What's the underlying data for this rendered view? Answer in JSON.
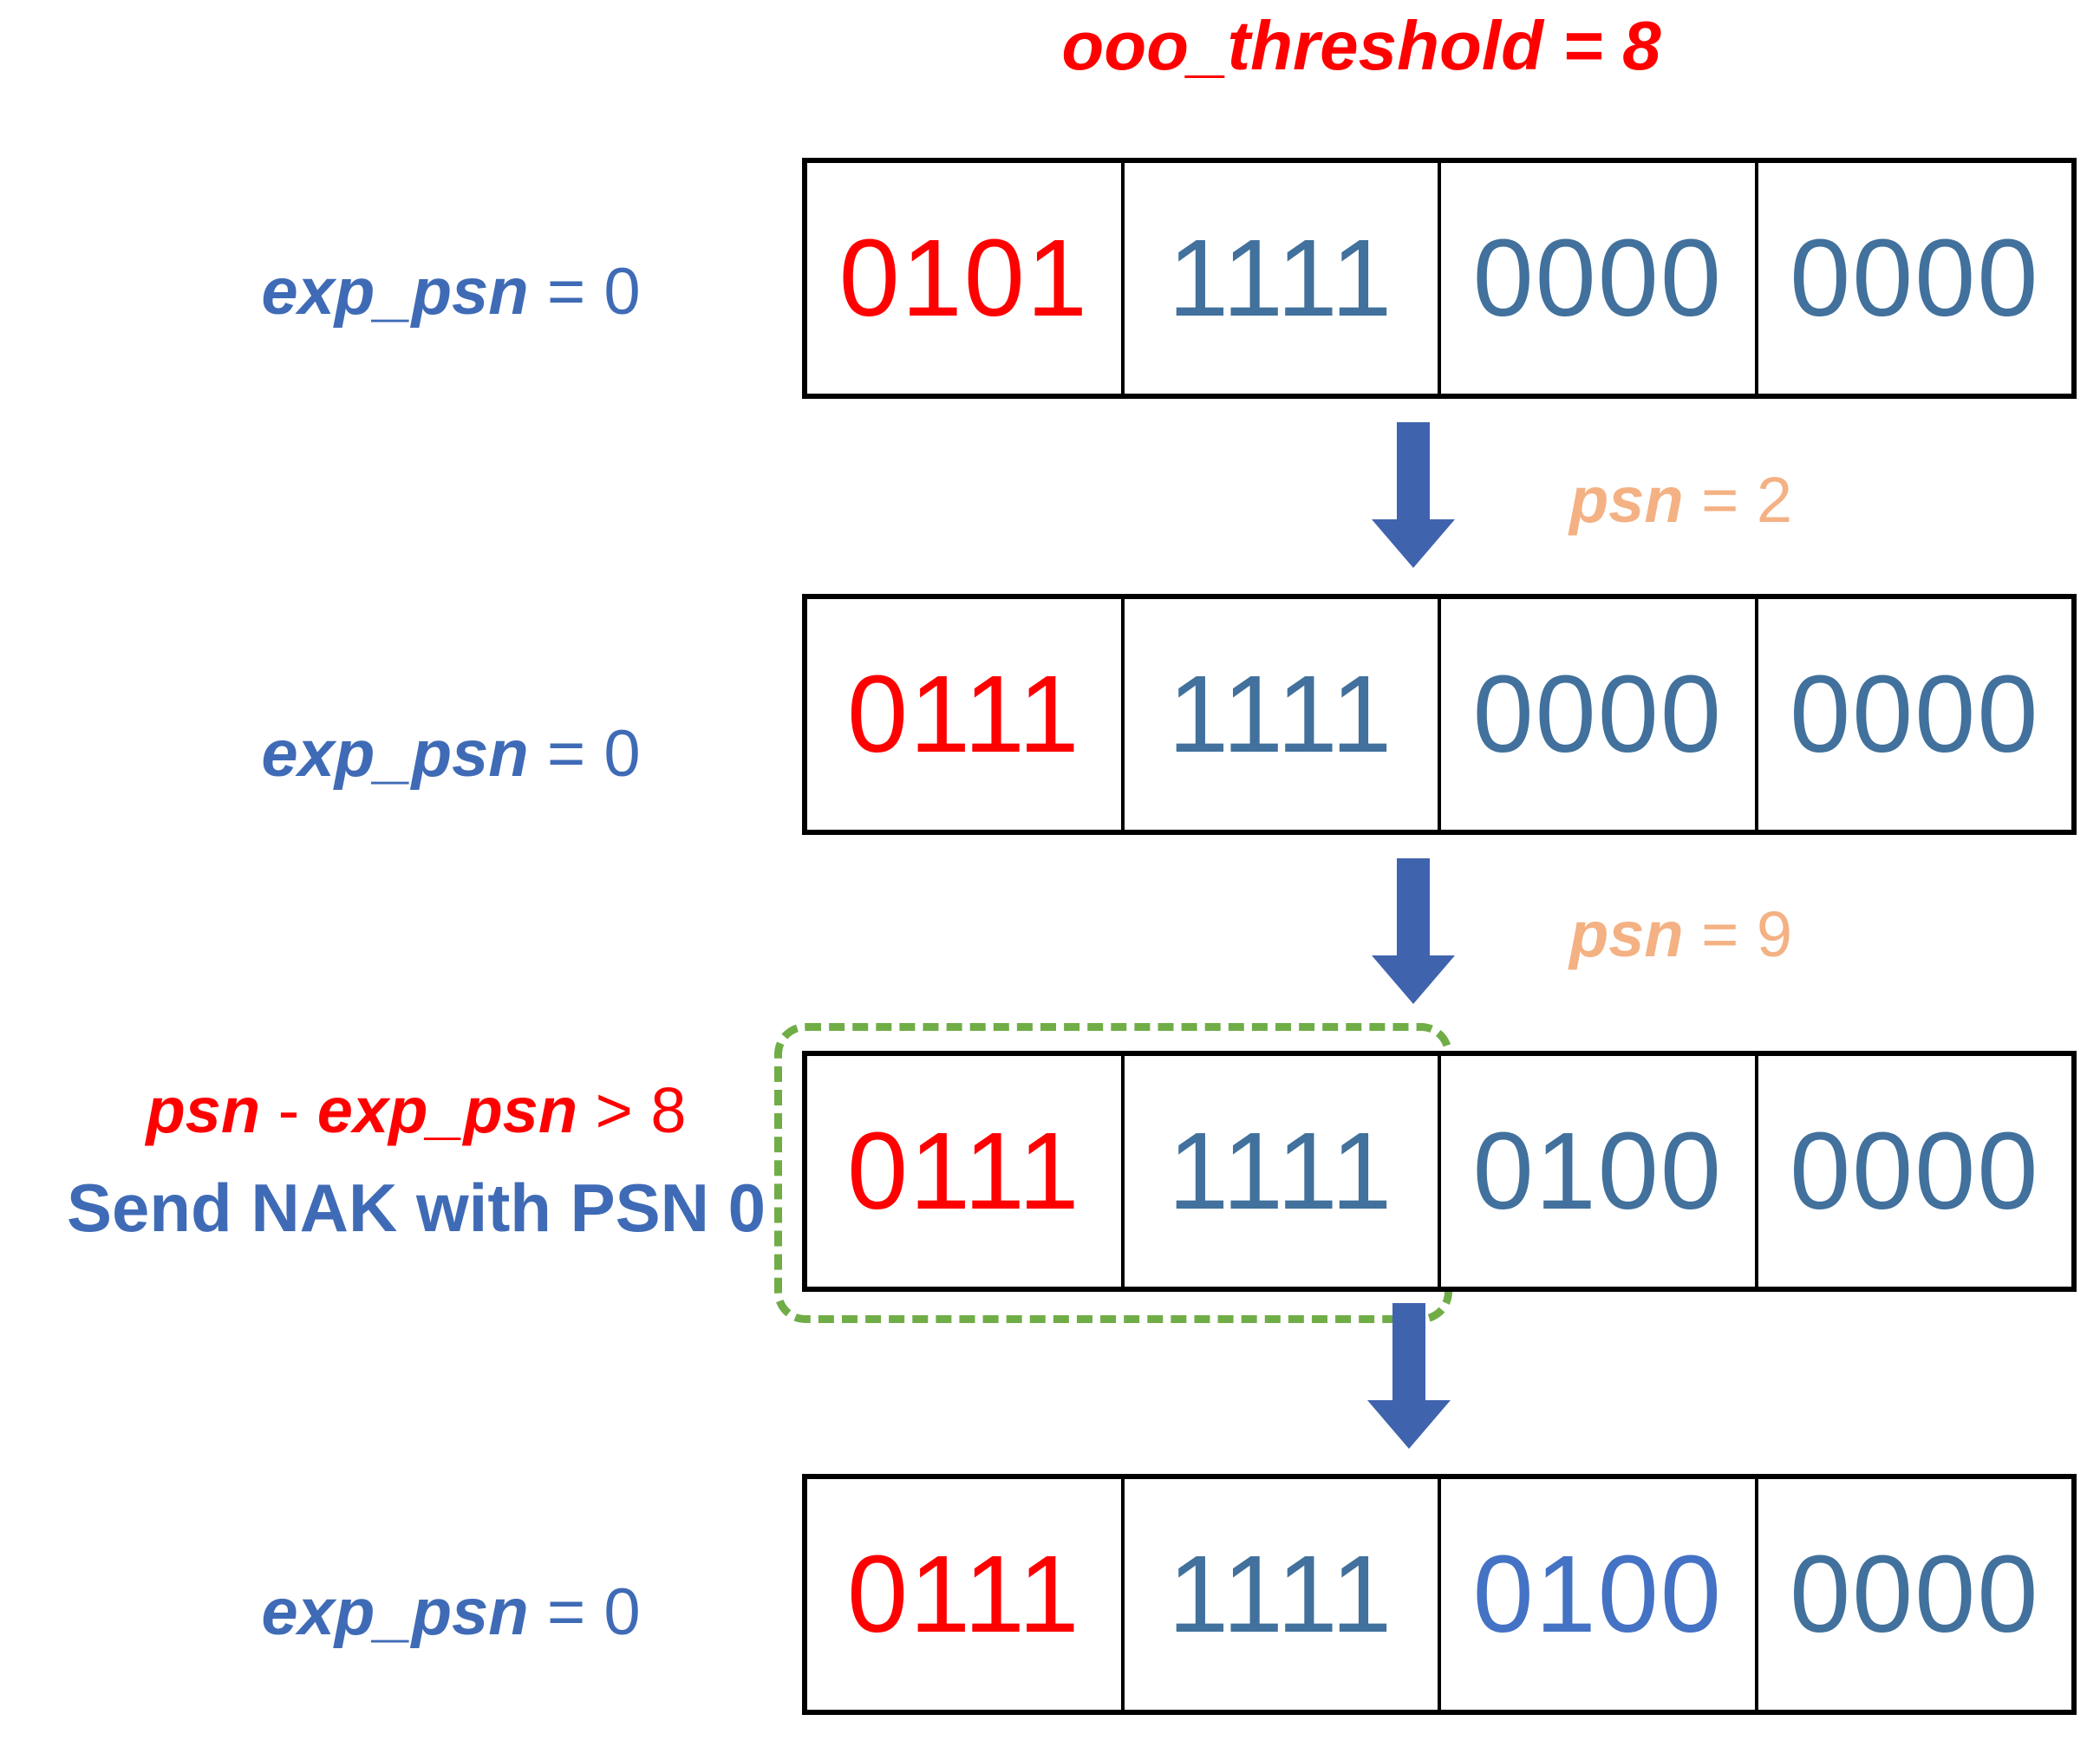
{
  "colors": {
    "red": "#FF0000",
    "steel": "#41719C",
    "bright": "#4472C4",
    "label": "#3F6BB6",
    "orange": "#F4B183",
    "arrow": "#4063AE",
    "green": "#70AD47",
    "border": "#000000"
  },
  "title": {
    "text": "ooo_threshold = 8"
  },
  "labels": {
    "row1": {
      "var": "exp_psn",
      "rest": " = 0"
    },
    "row2": {
      "var": "exp_psn",
      "rest": " = 0"
    },
    "row4": {
      "var": "exp_psn",
      "rest": " = 0"
    },
    "condition": {
      "var1": "psn",
      "sep": " - ",
      "var2": "exp_psn",
      "rest": " > 8"
    },
    "action": "Send NAK with PSN 0"
  },
  "arrow_labels": [
    {
      "var": "psn",
      "rest": " = 2"
    },
    {
      "var": "psn",
      "rest": " = 9"
    }
  ],
  "bitmaps": [
    {
      "cells": [
        {
          "v": "0101",
          "color": "red"
        },
        {
          "v": "1111",
          "color": "steel"
        },
        {
          "v": "0000",
          "color": "steel"
        },
        {
          "v": "0000",
          "color": "steel"
        }
      ]
    },
    {
      "cells": [
        {
          "v": "0111",
          "color": "red"
        },
        {
          "v": "1111",
          "color": "steel"
        },
        {
          "v": "0000",
          "color": "steel"
        },
        {
          "v": "0000",
          "color": "steel"
        }
      ]
    },
    {
      "cells": [
        {
          "v": "0111",
          "color": "red"
        },
        {
          "v": "1111",
          "color": "steel"
        },
        {
          "v": "0100",
          "color": "steel"
        },
        {
          "v": "0000",
          "color": "steel"
        }
      ]
    },
    {
      "cells": [
        {
          "v": "0111",
          "color": "red"
        },
        {
          "v": "1111",
          "color": "steel"
        },
        {
          "v": "0100",
          "color": "bright"
        },
        {
          "v": "0000",
          "color": "steel"
        }
      ]
    }
  ]
}
